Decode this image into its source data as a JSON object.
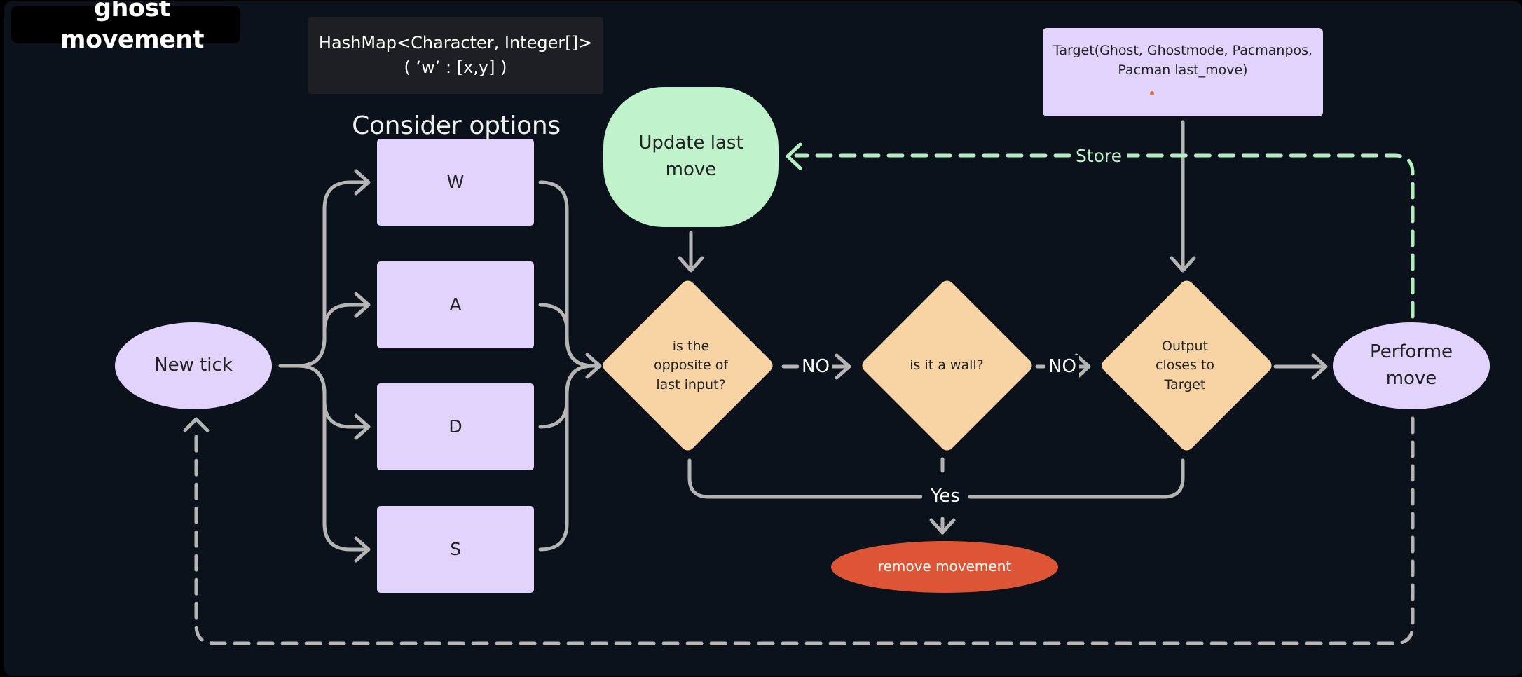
{
  "title": "ghost movement",
  "notes": {
    "hashmap": "HashMap<Character, Integer[]>\n( ‘w’ : [x,y] )",
    "target": "Target(Ghost, Ghostmode, Pacmanpos,\nPacman last_move)"
  },
  "heading": "Consider options",
  "options": [
    "W",
    "A",
    "D",
    "S"
  ],
  "nodes": {
    "new_tick": "New tick",
    "update_last_move": "Update last\nmove",
    "opposite": "is the\nopposite of\nlast input?",
    "wall": "is it a wall?",
    "closest": "Output\ncloses to\nTarget",
    "perform": "Performe\nmove",
    "remove": "remove movement"
  },
  "connectors": {
    "no1": "NO",
    "no2": "NO",
    "yes": "Yes",
    "store": "Store"
  },
  "colors": {
    "background": "#0b121c",
    "lavender": "#e2d3fc",
    "peach": "#f8d4a4",
    "mint": "#c0f3cc",
    "red": "#dd5535",
    "line": "#b5b5b5",
    "store_line": "#b4f0bf"
  }
}
